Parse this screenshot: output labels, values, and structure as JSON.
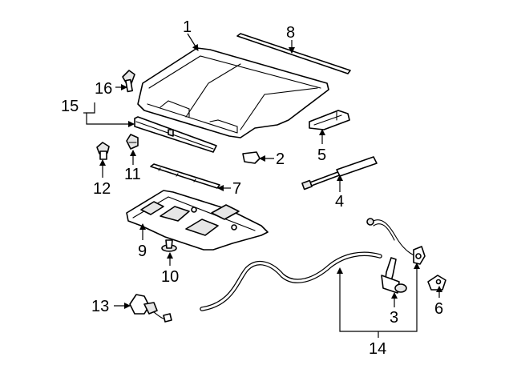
{
  "callouts": [
    "1",
    "2",
    "3",
    "4",
    "5",
    "6",
    "7",
    "8",
    "9",
    "10",
    "11",
    "12",
    "13",
    "14",
    "15",
    "16"
  ],
  "colors": {
    "line": "#000000",
    "fill": "#ffffff",
    "shade": "#e6e6e6",
    "background": "#ffffff"
  }
}
